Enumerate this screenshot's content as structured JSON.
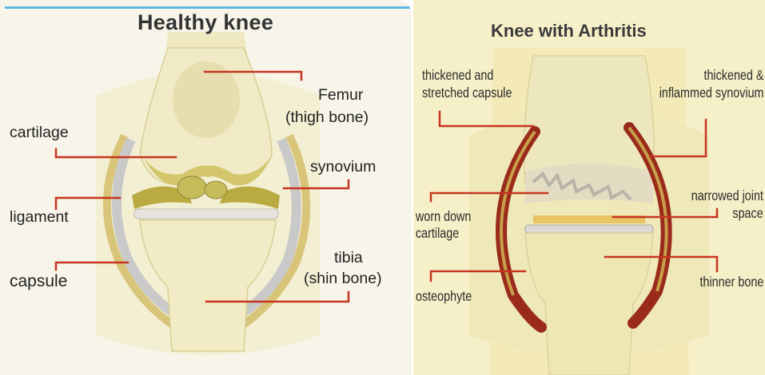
{
  "panels": [
    {
      "title": "Healthy knee",
      "labels": {
        "cartilage": "cartilage",
        "ligament": "ligament",
        "capsule": "capsule",
        "femur": "Femur",
        "femur_sub": "(thigh bone)",
        "synovium": "synovium",
        "tibia": "tibia",
        "tibia_sub": "(shin bone)"
      }
    },
    {
      "title": "Knee with Arthritis",
      "labels": {
        "capsule_1": "thickened and",
        "capsule_2": "stretched capsule",
        "synovium_1": "thickened &",
        "synovium_2": "inflammed synovium",
        "cartilage_1": "worn down",
        "cartilage_2": "cartilage",
        "space_1": "narrowed joint",
        "space_2": "space",
        "osteophyte": "osteophyte",
        "bone": "thinner bone"
      }
    }
  ],
  "colors": {
    "leader_line": "#c8341f",
    "bone": "#f1ecc0",
    "cartilage": "#bcb04a",
    "synovium_inflamed": "#9a2a1a",
    "frame_accent": "#5fb8e4"
  }
}
